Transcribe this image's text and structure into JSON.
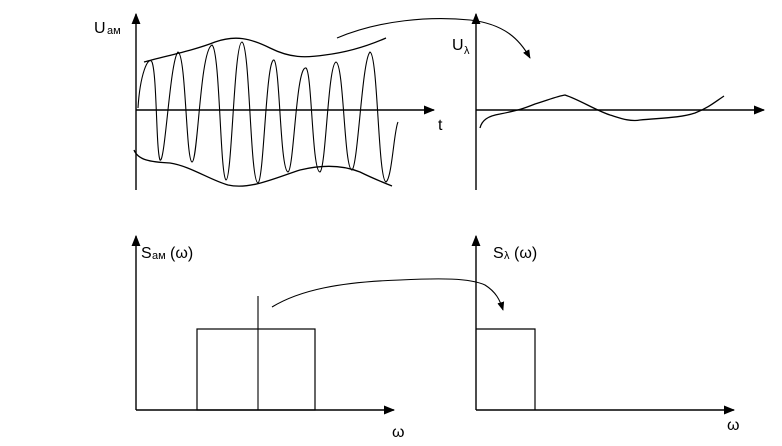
{
  "panels": {
    "am_time": {
      "y_label": "U",
      "y_sub": "ам",
      "x_label": "t"
    },
    "lambda_time": {
      "y_label": "U",
      "y_sub": "λ"
    },
    "am_spectrum": {
      "y_label_main": "S",
      "y_label_sub": "ам",
      "y_label_tail": "(ω)",
      "x_label": "ω"
    },
    "lambda_spectrum": {
      "y_label_main": "S",
      "y_label_sub": "λ",
      "y_label_tail": "(ω)",
      "x_label": "ω"
    }
  },
  "colors": {
    "ink": "#000000",
    "background": "#ffffff"
  }
}
